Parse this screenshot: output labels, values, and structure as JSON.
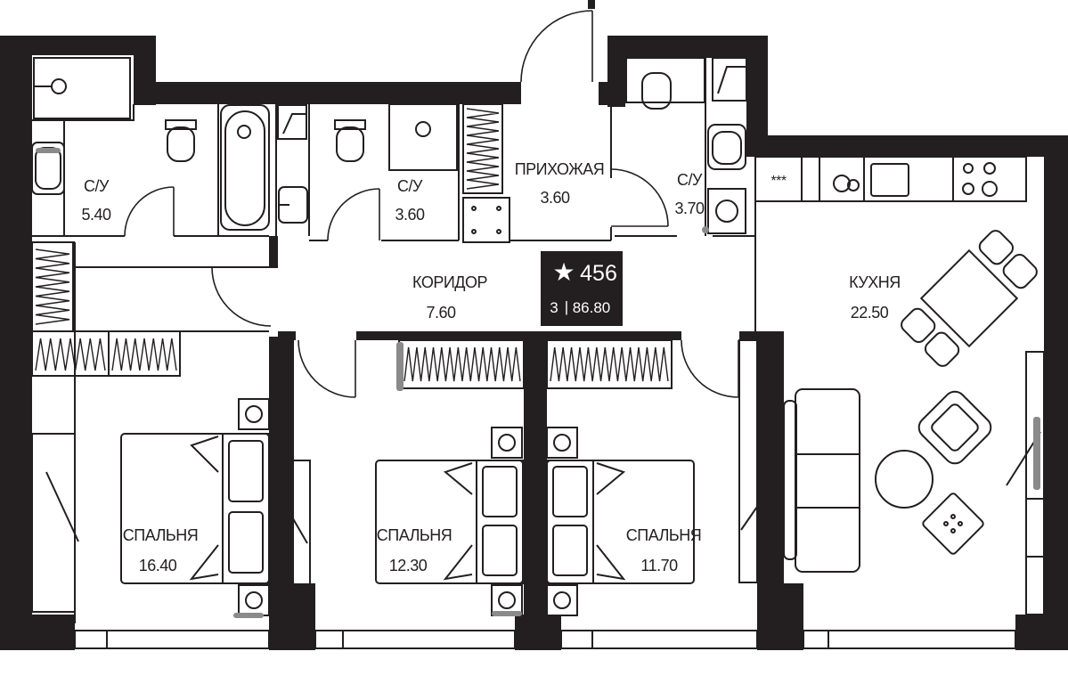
{
  "rooms": {
    "bath_left": {
      "name": "С/У",
      "area": "5.40"
    },
    "bath_mid": {
      "name": "С/У",
      "area": "3.60"
    },
    "hall": {
      "name": "ПРИХОЖАЯ",
      "area": "3.60"
    },
    "bath_right": {
      "name": "С/У",
      "area": "3.70"
    },
    "corridor": {
      "name": "КОРИДОР",
      "area": "7.60"
    },
    "kitchen": {
      "name": "КУХНЯ",
      "area": "22.50"
    },
    "bedroom_left": {
      "name": "СПАЛЬНЯ",
      "area": "16.40"
    },
    "bedroom_mid": {
      "name": "СПАЛЬНЯ",
      "area": "12.30"
    },
    "bedroom_right": {
      "name": "СПАЛЬНЯ",
      "area": "11.70"
    }
  },
  "badge": {
    "star": "★",
    "number": "456",
    "rooms": "3",
    "separator": "|",
    "total_area": "86.80"
  },
  "colors": {
    "wall": "#231f20",
    "badge_bg": "#231f20",
    "badge_text": "#ffffff",
    "accent_grey": "#8a8a8a"
  }
}
